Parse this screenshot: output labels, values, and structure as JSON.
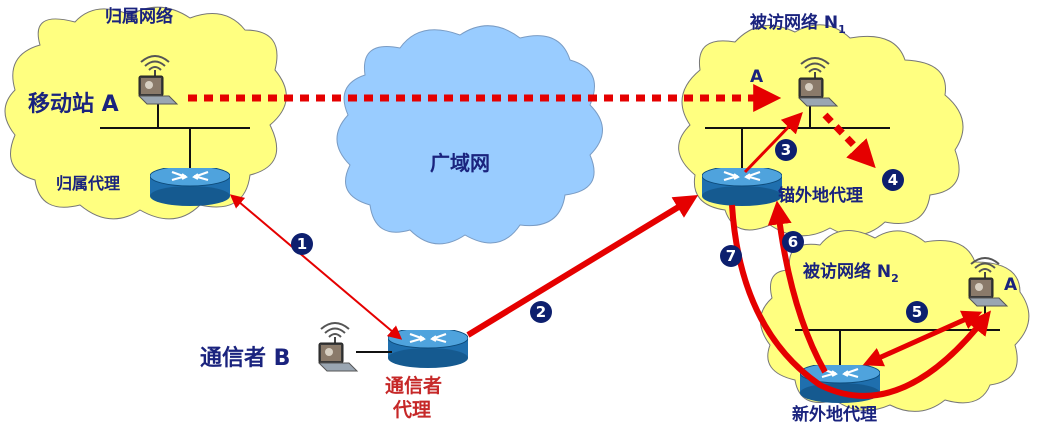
{
  "labels": {
    "home_network": "归属网络",
    "mobile_station": "移动站 A",
    "home_agent": "归属代理",
    "wan": "广域网",
    "correspondent": "通信者 B",
    "corr_agent_line1": "通信者",
    "corr_agent_line2": "代理",
    "visited_n1": "被访网络 N",
    "visited_n1_sub": "1",
    "node_a_n1": "A",
    "anchor_agent": "锚外地代理",
    "visited_n2": "被访网络 N",
    "visited_n2_sub": "2",
    "node_a_n2": "A",
    "new_agent": "新外地代理"
  },
  "steps": [
    "1",
    "2",
    "3",
    "4",
    "5",
    "6",
    "7"
  ],
  "colors": {
    "cloud_fill": "#ffff80",
    "wan_fill": "#99ccff",
    "arrow_red": "#e50000",
    "badge": "#0d1f6e",
    "label_blue": "#1a237e",
    "label_red": "#c62828"
  }
}
